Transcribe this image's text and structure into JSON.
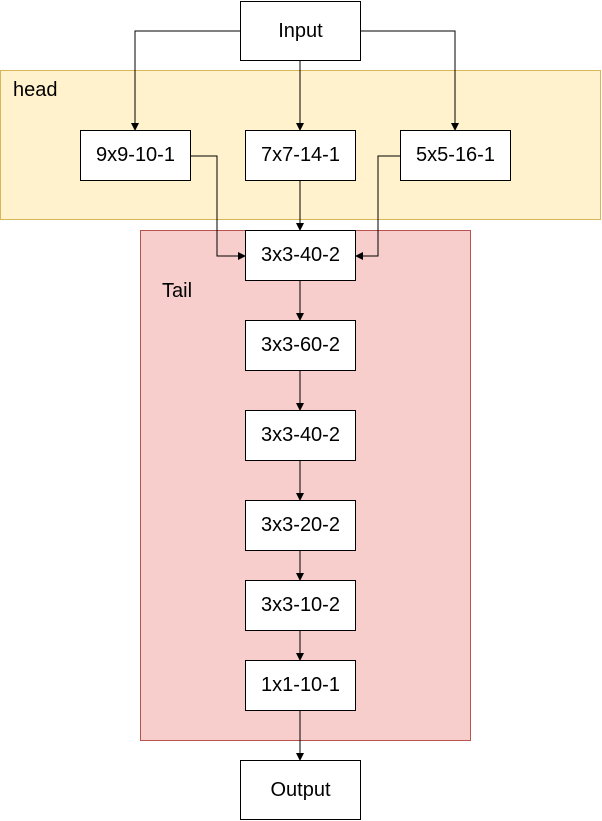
{
  "regions": {
    "head": "head",
    "tail": "Tail"
  },
  "nodes": {
    "input": "Input",
    "conv_9x9": "9x9-10-1",
    "conv_7x7": "7x7-14-1",
    "conv_5x5": "5x5-16-1",
    "tail_1": "3x3-40-2",
    "tail_2": "3x3-60-2",
    "tail_3": "3x3-40-2",
    "tail_4": "3x3-20-2",
    "tail_5": "3x3-10-2",
    "tail_6": "1x1-10-1",
    "output": "Output"
  },
  "colors": {
    "head_fill": "#fff2cc",
    "head_border": "#d6b656",
    "tail_fill": "#f8cecc",
    "tail_border": "#b85450",
    "edge": "#000000"
  }
}
